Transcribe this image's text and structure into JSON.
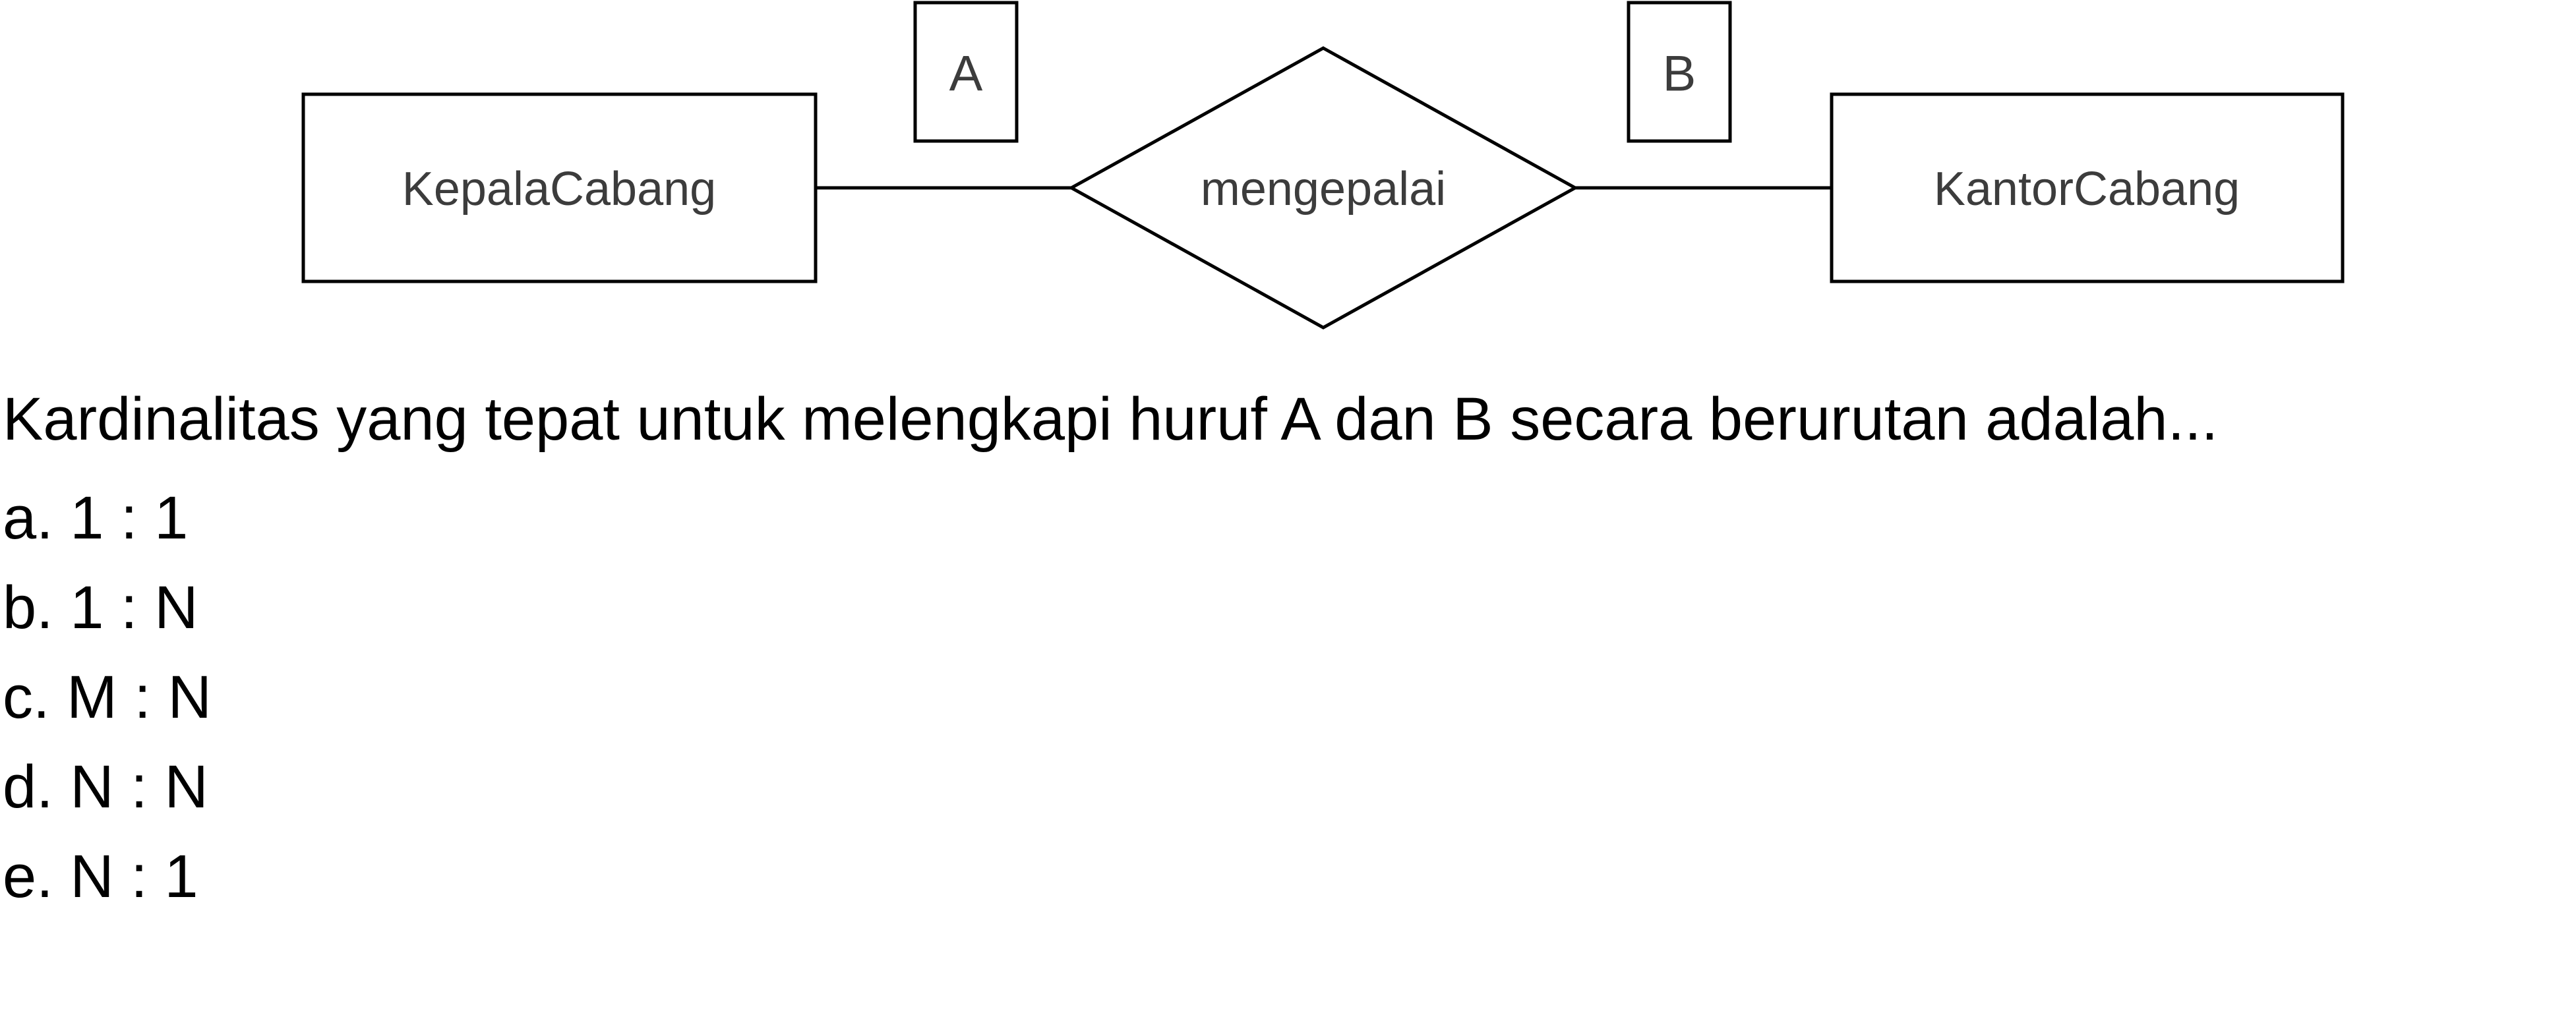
{
  "diagram": {
    "entity_left": "KepalaCabang",
    "relationship": "mengepalai",
    "entity_right": "KantorCabang",
    "cardinality_left": "A",
    "cardinality_right": "B"
  },
  "question": {
    "text": "Kardinalitas yang tepat untuk melengkapi huruf A dan B secara berurutan adalah...",
    "options": [
      "a. 1 : 1",
      "b. 1 : N",
      "c. M : N",
      "d. N : N",
      "e. N : 1"
    ]
  },
  "colors": {
    "background": "#ffffff",
    "stroke": "#000000",
    "diagram_text": "#3c3c3c"
  }
}
